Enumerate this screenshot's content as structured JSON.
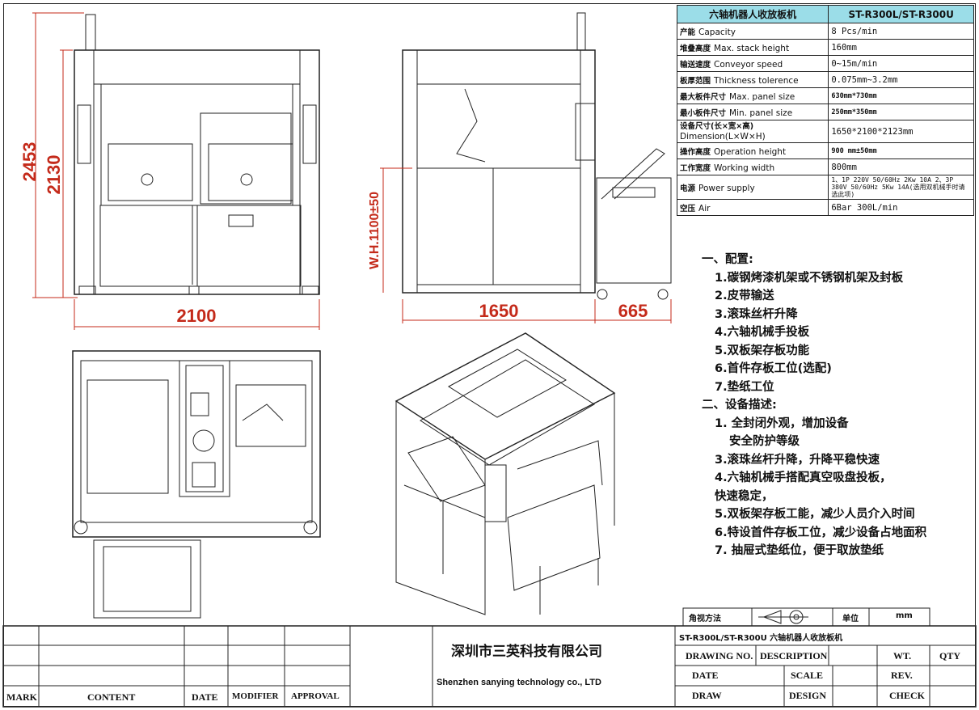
{
  "spec": {
    "title": "六轴机器人收放板机",
    "model": "ST-R300L/ST-R300U",
    "rows": [
      {
        "cn": "产能",
        "en": "Capacity",
        "value": "8 Pcs/min"
      },
      {
        "cn": "堆叠高度",
        "en": "Max. stack height",
        "value": "160mm"
      },
      {
        "cn": "输送速度",
        "en": "Conveyor speed",
        "value": "0~15m/min"
      },
      {
        "cn": "板厚范围",
        "en": "Thickness tolerence",
        "value": "0.075mm~3.2mm"
      },
      {
        "cn": "最大板件尺寸",
        "en": "Max. panel size",
        "value": "630mm*730mm"
      },
      {
        "cn": "最小板件尺寸",
        "en": "Min. panel size",
        "value": "250mm*350mm"
      },
      {
        "cn": "设备尺寸(长×宽×高)",
        "en": "Dimension(L×W×H)",
        "value": "1650*2100*2123mm"
      },
      {
        "cn": "操作高度",
        "en": "Operation height",
        "value": "900 mm±50mm"
      },
      {
        "cn": "工作宽度",
        "en": "Working width",
        "value": "800mm"
      },
      {
        "cn": "电源",
        "en": "Power supply",
        "value": "1、1P 220V 50/60Hz 2Kw 10A 2、3P 380V 50/60Hz 5Kw 14A(选用双机械手时请选此项)"
      },
      {
        "cn": "空压",
        "en": "Air",
        "value": "6Bar 300L/min"
      }
    ]
  },
  "notes": {
    "config_title": "一、配置:",
    "config": [
      "1.碳钢烤漆机架或不锈钢机架及封板",
      "2.皮带输送",
      "3.滚珠丝杆升降",
      "4.六轴机械手投板",
      "5.双板架存板功能",
      "6.首件存板工位(选配)",
      "7.垫纸工位"
    ],
    "desc_title": "二、设备描述:",
    "desc": [
      "1. 全封闭外观，增加设备",
      "安全防护等级",
      "3.滚珠丝杆升降，升降平稳快速",
      "4.六轴机械手搭配真空吸盘投板，",
      "快速稳定，",
      "5.双板架存板工能，减少人员介入时间",
      "6.特设首件存板工位，减少设备占地面积",
      "7. 抽屉式垫纸位，便于取放垫纸"
    ]
  },
  "dimensions": {
    "front_total_height": "2453",
    "front_body_height": "2130",
    "front_width": "2100",
    "side_working_height": "W.H.1100±50",
    "side_body_width": "1650",
    "side_ext_width": "665"
  },
  "title_block": {
    "projection": "角视方法",
    "unit_label": "单位",
    "unit_value": "mm",
    "company_cn": "深圳市三英科技有限公司",
    "company_en": "Shenzhen sanying technology co., LTD",
    "drawing_title": "ST-R300L/ST-R300U 六轴机器人收放板机",
    "drawing_no": "DRAWING NO.",
    "description": "DESCRIPTION",
    "wt": "WT.",
    "qty": "QTY",
    "date": "DATE",
    "scale": "SCALE",
    "rev": "REV.",
    "draw": "DRAW",
    "design": "DESIGN",
    "check": "CHECK",
    "mark": "MARK",
    "content": "CONTENT",
    "date_col": "DATE",
    "modifier": "MODIFIER",
    "approval": "APPROVAL"
  }
}
